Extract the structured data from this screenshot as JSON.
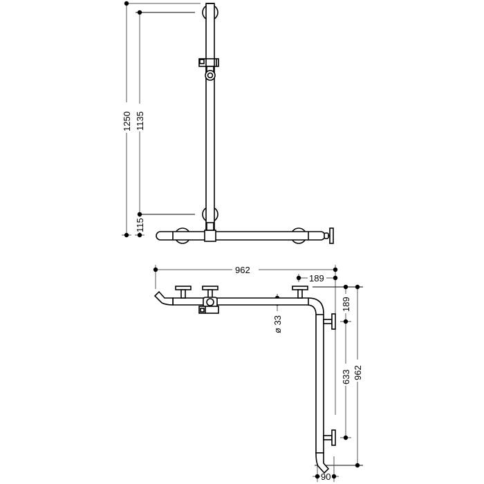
{
  "drawing": {
    "description": "Technical dimension drawing of a shower grab bar (T-bar and L-shaped corner bar)",
    "units": "mm",
    "line_color": "#000000",
    "dimension_line_color": "#555555",
    "background": "#ffffff"
  },
  "views": {
    "front_view": {
      "name": "T-shaped support rail with shower head slider",
      "dimensions": {
        "overall_height": "1250",
        "rail_height": "1135",
        "bottom_offset": "115"
      }
    },
    "top_view": {
      "name": "L-shaped corner support rail",
      "dimensions": {
        "horizontal_length": "962",
        "horizontal_end_offset": "189",
        "tube_diameter": "ø 33",
        "vertical_top_offset": "189",
        "vertical_mount_spacing": "633",
        "vertical_length": "962",
        "end_offset": "90"
      }
    }
  }
}
